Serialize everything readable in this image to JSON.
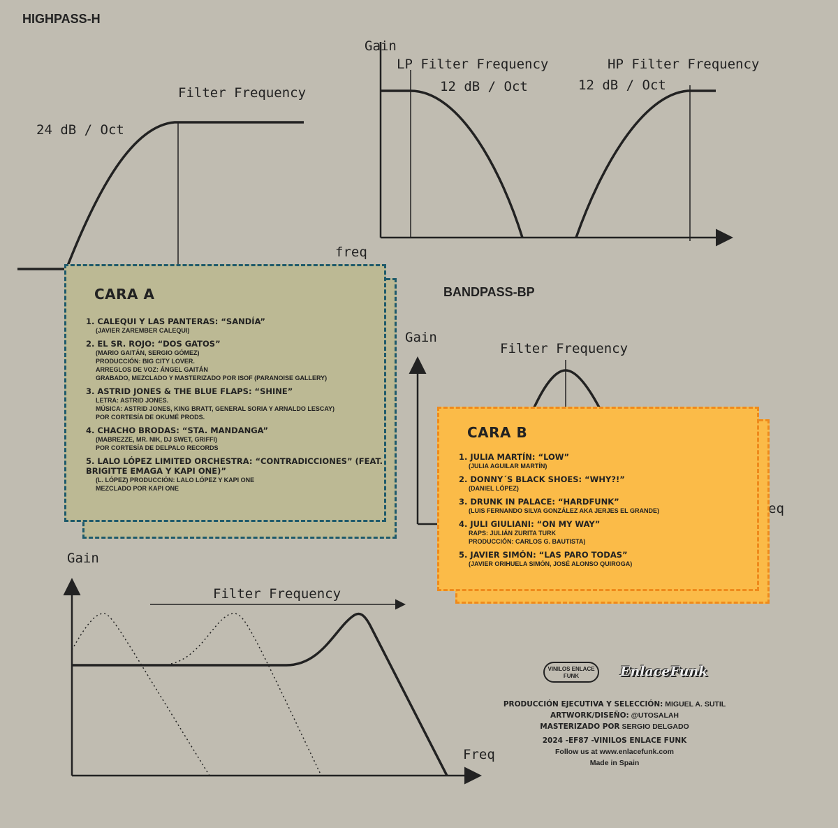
{
  "highpass": {
    "title": "HIGHPASS-H",
    "slope": "24 dB / Oct",
    "filter_label": "Filter Frequency",
    "x_label": "freq"
  },
  "lp_hp": {
    "y_label": "Gain",
    "lp_label": "LP Filter Frequency",
    "hp_label": "HP Filter Frequency",
    "lp_slope": "12 dB / Oct",
    "hp_slope": "12 dB / Oct"
  },
  "bandpass": {
    "title": "BANDPASS-BP",
    "y_label": "Gain",
    "filter_label": "Filter Frequency",
    "x_label_partial": "eq"
  },
  "resonance": {
    "y_label": "Gain",
    "filter_label": "Filter Frequency",
    "x_label": "Freq"
  },
  "side_a": {
    "title": "CARA A",
    "tracks": [
      {
        "title": "1. CALEQUI Y LAS PANTERAS: “SANDÍA”",
        "credits": [
          "(JAVIER ZAREMBER CALEQUI)"
        ]
      },
      {
        "title": "2. EL SR. ROJO: “DOS GATOS”",
        "credits": [
          "(MARIO GAITÁN, SERGIO GÓMEZ)",
          "PRODUCCIÓN: BIG CITY LOVER.",
          "ARREGLOS DE VOZ: ÁNGEL GAITÁN",
          "GRABADO, MEZCLADO Y MASTERIZADO POR ISOF (PARANOISE GALLERY)"
        ]
      },
      {
        "title": "3. ASTRID JONES & THE BLUE FLAPS: “SHINE”",
        "credits": [
          "LETRA: ASTRID JONES.",
          "MÚSICA: ASTRID JONES, KING BRATT, GENERAL SORIA Y ARNALDO LESCAY)",
          "POR CORTESÍA DE OKUMÉ PRODS."
        ]
      },
      {
        "title": "4. CHACHO BRODAS: “STA. MANDANGA”",
        "credits": [
          "(MABREZZE, MR. NIK, DJ SWET, GRIFFI)",
          "POR CORTESÍA DE DELPALO RECORDS"
        ]
      },
      {
        "title": "5. LALO LÓPEZ LIMITED ORCHESTRA: “CONTRADICCIONES” (FEAT. BRIGITTE EMAGA Y KAPI ONE)”",
        "credits": [
          "(L. LÓPEZ) PRODUCCIÓN: LALO LÓPEZ Y KAPI ONE",
          "MEZCLADO POR KAPI ONE"
        ]
      }
    ]
  },
  "side_b": {
    "title": "CARA B",
    "tracks": [
      {
        "title": "1. JULIA MARTÍN: “LOW”",
        "credits": [
          "(JULIA AGUILAR MARTÍN)"
        ]
      },
      {
        "title": "2. DONNY´S BLACK SHOES: “WHY?!”",
        "credits": [
          "(DANIEL LÓPEZ)"
        ]
      },
      {
        "title": "3. DRUNK IN PALACE: “HARDFUNK”",
        "credits": [
          "(LUIS FERNANDO SILVA GONZÁLEZ AKA JERJES EL GRANDE)"
        ]
      },
      {
        "title": "4. JULI GIULIANI: “ON MY WAY”",
        "credits": [
          "RAPS: JULIÁN ZURITA TURK",
          "PRODUCCIÓN: CARLOS G. BAUTISTA)"
        ]
      },
      {
        "title": "5. JAVIER SIMÓN: “LAS PARO TODAS”",
        "credits": [
          "(JAVIER ORIHUELA SIMÓN, JOSÉ ALONSO QUIROGA)"
        ]
      }
    ]
  },
  "logos": {
    "vinilos": "VINILOS ENLACE FUNK",
    "enlace": "EnlaceFunk"
  },
  "credits": {
    "exec_label": "PRODUCCIÓN EJECUTIVA Y SELECCIÓN:",
    "exec_value": "MIGUEL A. SUTIL",
    "art_label": "ARTWORK/DISEÑO:",
    "art_value": "@UTOSALAH",
    "master_label": "MASTERIZADO POR",
    "master_value": "SERGIO DELGADO",
    "catalog": "2024 -EF87 -VINILOS ENLACE FUNK",
    "follow": "Follow us at www.enlacefunk.com",
    "made": "Made in Spain"
  },
  "colors": {
    "background": "#c0bcb1",
    "side_a_fill": "#bcb994",
    "side_a_border": "#1e5a6b",
    "side_b_fill": "#fbbb48",
    "side_b_border": "#ef8a1b"
  }
}
